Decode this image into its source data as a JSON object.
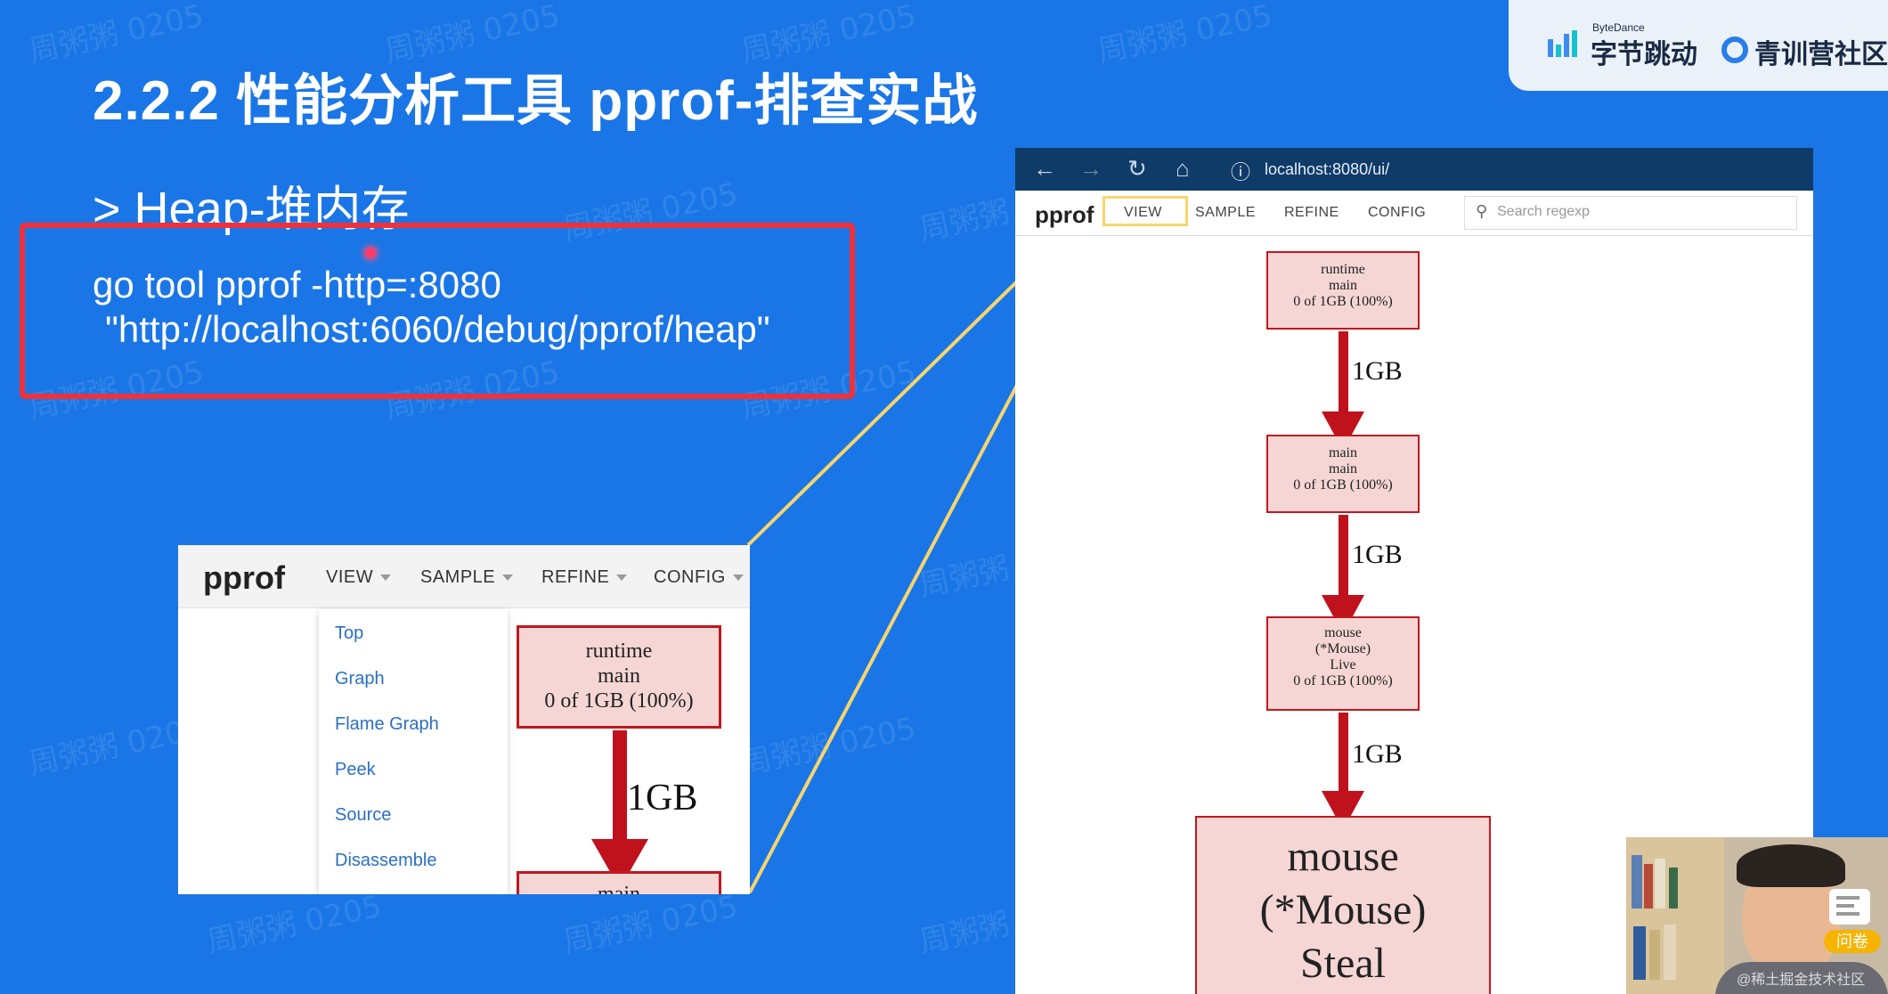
{
  "slide": {
    "title": "2.2.2 性能分析工具 pprof-排查实战",
    "subtitle": "> Heap-堆内存",
    "command_line1": "go tool pprof -http=:8080",
    "command_line2": "\"http://localhost:6060/debug/pprof/heap\"",
    "watermark": "周粥粥 0205"
  },
  "logos": {
    "bytedance_small": "ByteDance",
    "bytedance_big": "字节跳动",
    "community": "青训营社区"
  },
  "browser": {
    "url": "localhost:8080/ui/",
    "brand": "pprof",
    "menu": [
      "VIEW",
      "SAMPLE",
      "REFINE",
      "CONFIG"
    ],
    "search_placeholder": "Search regexp",
    "graph": {
      "nodes": [
        {
          "lines": [
            "runtime",
            "main",
            "0 of 1GB (100%)"
          ]
        },
        {
          "lines": [
            "main",
            "main",
            "0 of 1GB (100%)"
          ]
        },
        {
          "lines": [
            "mouse",
            "(*Mouse)",
            "Live",
            "0 of 1GB (100%)"
          ]
        },
        {
          "lines": [
            "mouse",
            "(*Mouse)",
            "Steal"
          ]
        }
      ],
      "edges": [
        "1GB",
        "1GB",
        "1GB"
      ]
    }
  },
  "zoom_panel": {
    "brand": "pprof",
    "menu": [
      "VIEW",
      "SAMPLE",
      "REFINE",
      "CONFIG"
    ],
    "view_dropdown": [
      "Top",
      "Graph",
      "Flame Graph",
      "Peek",
      "Source",
      "Disassemble"
    ],
    "node_lines": [
      "runtime",
      "main",
      "0 of 1GB (100%)"
    ],
    "edge_label": "1GB",
    "next_node_partial": "main"
  },
  "overlay": {
    "survey_badge": "问卷",
    "credit": "@稀土掘金技术社区"
  },
  "colors": {
    "background": "#1a76e6",
    "highlight_box": "#f0303a",
    "node_fill": "#f5d6d5",
    "edge": "#c0121c",
    "guide_line": "#f7d56c"
  }
}
